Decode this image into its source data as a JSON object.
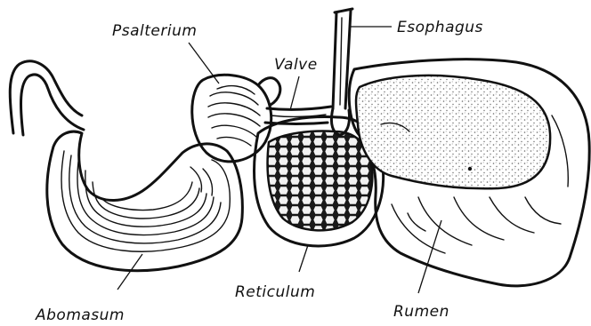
{
  "labels": {
    "psalterium": "Psalterium",
    "esophagus": "Esophagus",
    "valve": "Valve",
    "abomasum": "Abomasum",
    "reticulum": "Reticulum",
    "rumen": "Rumen"
  },
  "colors": {
    "ink": "#111111",
    "paper": "#ffffff",
    "stipple": "#6a6a6a"
  }
}
